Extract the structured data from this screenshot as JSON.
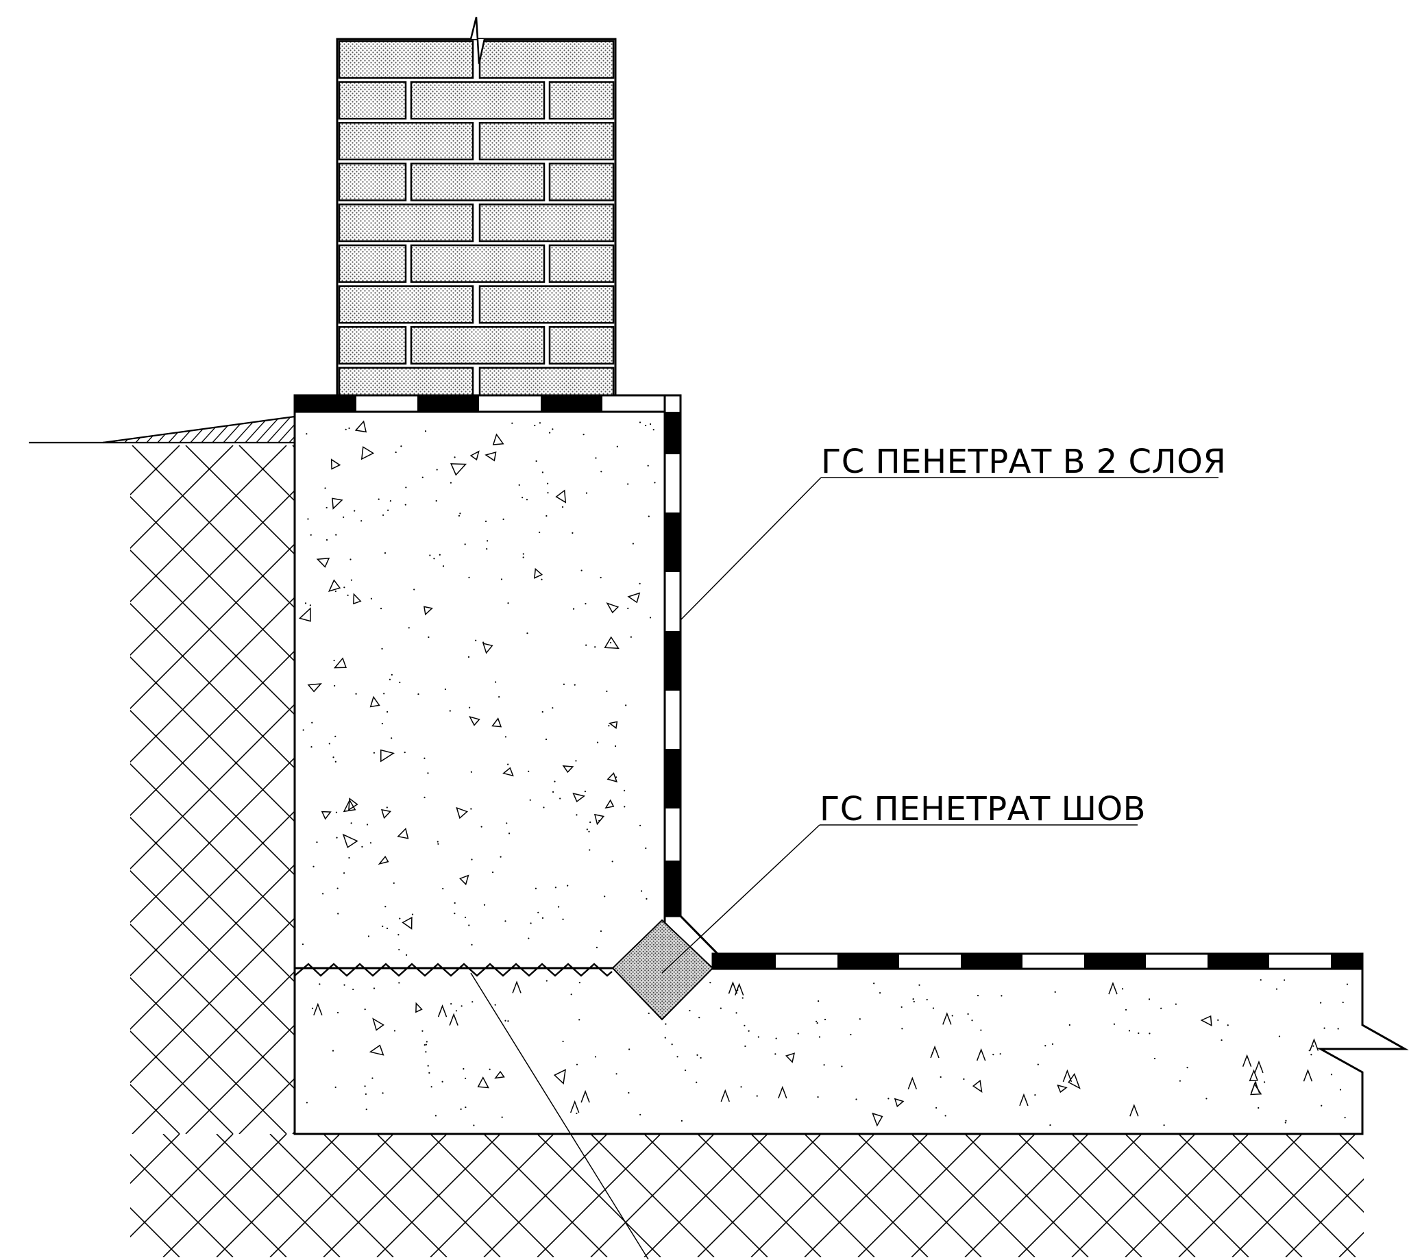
{
  "labels": {
    "membrane_2_layers": "ГС ПЕНЕТРАТ В 2 СЛОЯ",
    "seam": "ГС ПЕНЕТРАТ ШОВ"
  },
  "colors": {
    "line": "#000000",
    "background": "#ffffff",
    "brick_fill": "#d9d9d9",
    "seam_fill": "#c8c8c8"
  },
  "materials": [
    "brick",
    "concrete",
    "soil",
    "waterproofing-membrane",
    "seam-sealant"
  ]
}
